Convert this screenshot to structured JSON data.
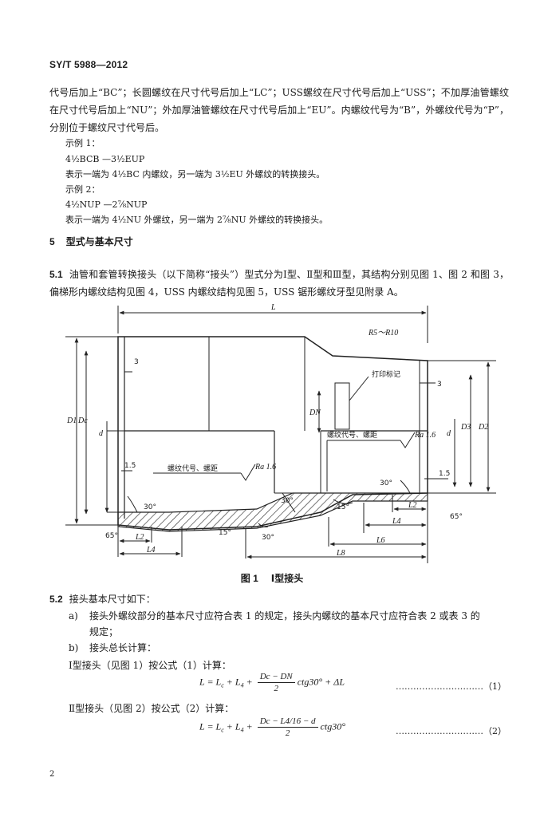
{
  "header": {
    "standard_code": "SY/T 5988—2012"
  },
  "intro": {
    "paragraph": "代号后加上“BC”；长圆螺纹在尺寸代号后加上“LC”；USS螺纹在尺寸代号后加上“USS”；不加厚油管螺纹在尺寸代号后加上“NU”；外加厚油管螺纹在尺寸代号后加上“EU”。内螺纹代号为“B”，外螺纹代号为“P”，分别位于螺纹尺寸代号后。",
    "example1_label": "示例 1：",
    "example1_code": "4½BCB —3½EUP",
    "example1_desc": "表示一端为 4½BC 内螺纹，另一端为 3½EU 外螺纹的转换接头。",
    "example2_label": "示例 2：",
    "example2_code": "4½NUP —2⅞NUP",
    "example2_desc": "表示一端为 4½NU 外螺纹，另一端为 2⅞NU 外螺纹的转换接头。"
  },
  "section5": {
    "number": "5",
    "title": "型式与基本尺寸",
    "s51_number": "5.1",
    "s51_text": "油管和套管转换接头（以下简称“接头”）型式分为Ⅰ型、Ⅱ型和Ⅲ型，其结构分别见图 1、图 2 和图 3，偏梯形内螺纹结构见图 4，USS 内螺纹结构见图 5，USS 锯形螺纹牙型见附录 A。"
  },
  "figure1": {
    "labels": {
      "L": "L",
      "R": "R5～R10",
      "mark": "打印标记",
      "three_left": "3",
      "three_right": "3",
      "D1": "D1",
      "Dc": "Dc",
      "d_left": "d",
      "Dn": "DN",
      "d_right": "d",
      "D3": "D3",
      "D2": "D2",
      "fifteen_left": "1.5",
      "fifteen_right": "1.5",
      "thread_left": "螺纹代号、螺距",
      "ra_left": "Ra 1.6",
      "thread_right": "螺纹代号、螺距",
      "ra_right": "Ra 1.6",
      "a30_1": "30°",
      "a30_2": "30°",
      "a30_3": "30°",
      "a30_4": "30°",
      "a15_1": "15°",
      "a15_2": "15°",
      "a65_left": "65°",
      "a65_right": "65°",
      "L2_left": "L2",
      "L4_left": "L4",
      "L2_right": "L2",
      "L4_right": "L4",
      "L6": "L6",
      "L8": "L8"
    },
    "caption_num": "图 1",
    "caption_title": "Ⅰ型接头"
  },
  "s52": {
    "number": "5.2",
    "title": "接头基本尺寸如下：",
    "a_label": "a)",
    "a_text_1": "接头外螺纹部分的基本尺寸应符合表 1 的规定，接头内螺纹的基本尺寸应符合表 2 或表 3 的",
    "a_text_2": "规定；",
    "b_label": "b)",
    "b_text": "接头总长计算：",
    "type1": "Ⅰ型接头（见图 1）按公式（1）计算：",
    "type2": "Ⅱ型接头（见图 2）按公式（2）计算：",
    "eq1_num": "…………………………（1）",
    "eq2_num": "…………………………（2）"
  },
  "formula1": {
    "lhs": "L = L",
    "sub1": "c",
    "plus": " + L",
    "sub2": "4",
    "plus2": " + ",
    "num": "Dc − DN",
    "den": "2",
    "tail": "ctg30° + ΔL"
  },
  "formula2": {
    "lhs": "L = L",
    "sub1": "c",
    "plus": " + L",
    "sub2": "4",
    "plus2": " + ",
    "num": "Dc − L4/16 − d",
    "den": "2",
    "tail": "ctg30°"
  },
  "page_number": "2"
}
